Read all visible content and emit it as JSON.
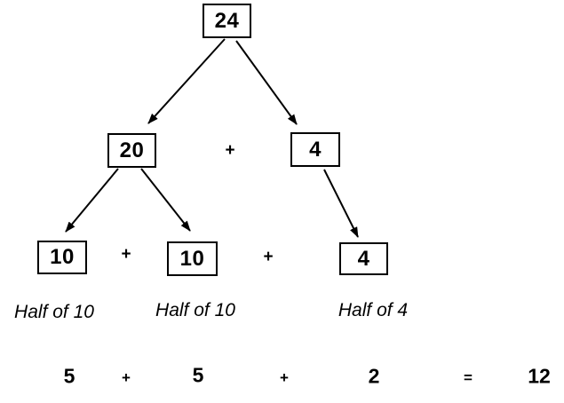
{
  "diagram": {
    "root_value": "24",
    "level2": {
      "left_value": "20",
      "plus": "+",
      "right_value": "4"
    },
    "level3": {
      "values": [
        "10",
        "10",
        "4"
      ],
      "plus1": "+",
      "plus2": "+"
    },
    "captions": [
      "Half of 10",
      "Half of 10",
      "Half of 4"
    ],
    "equation": {
      "terms": [
        "5",
        "+",
        "5",
        "+",
        "2",
        "=",
        "12"
      ]
    }
  },
  "colors": {
    "background": "#ffffff",
    "text": "#000000",
    "box_border": "#000000",
    "arrow": "#000000"
  }
}
